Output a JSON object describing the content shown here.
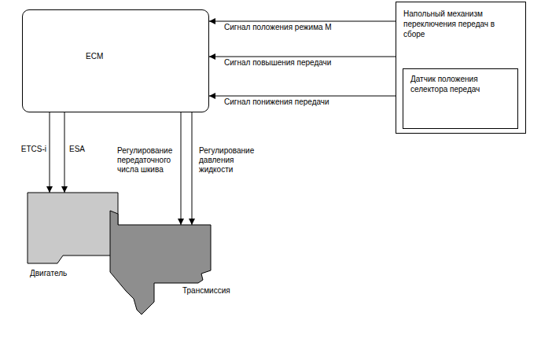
{
  "diagram": {
    "nodes": [
      {
        "text": [
          "ECM"
        ]
      },
      {
        "text": [
          "Напольный механизм переключения передач в сборе"
        ]
      },
      {
        "text": [
          "Датчик положения селектора передач"
        ],
        "in": 1
      },
      {
        "text": [
          "Двигатель"
        ]
      },
      {
        "text": [
          "Трансмиссия"
        ]
      }
    ],
    "edges": [
      {
        "from": 1,
        "to": 0,
        "arrow": "to",
        "label": "Сигнал положения режима M"
      },
      {
        "from": 1,
        "to": 0,
        "arrow": "to",
        "label": "Сигнал повышения передачи"
      },
      {
        "from": 1,
        "to": 0,
        "arrow": "to",
        "label": "Сигнал понижения передачи"
      },
      {
        "from": 0,
        "to": 3,
        "arrow": "to",
        "label": "ETCS-i"
      },
      {
        "from": 0,
        "to": 3,
        "arrow": "to",
        "label": "ESA"
      },
      {
        "from": 0,
        "to": 4,
        "arrow": "to",
        "label": "Регулирование передаточного числа шкива"
      },
      {
        "from": 0,
        "to": 4,
        "arrow": "to",
        "label": "Регулирование давления жидкости"
      }
    ]
  }
}
